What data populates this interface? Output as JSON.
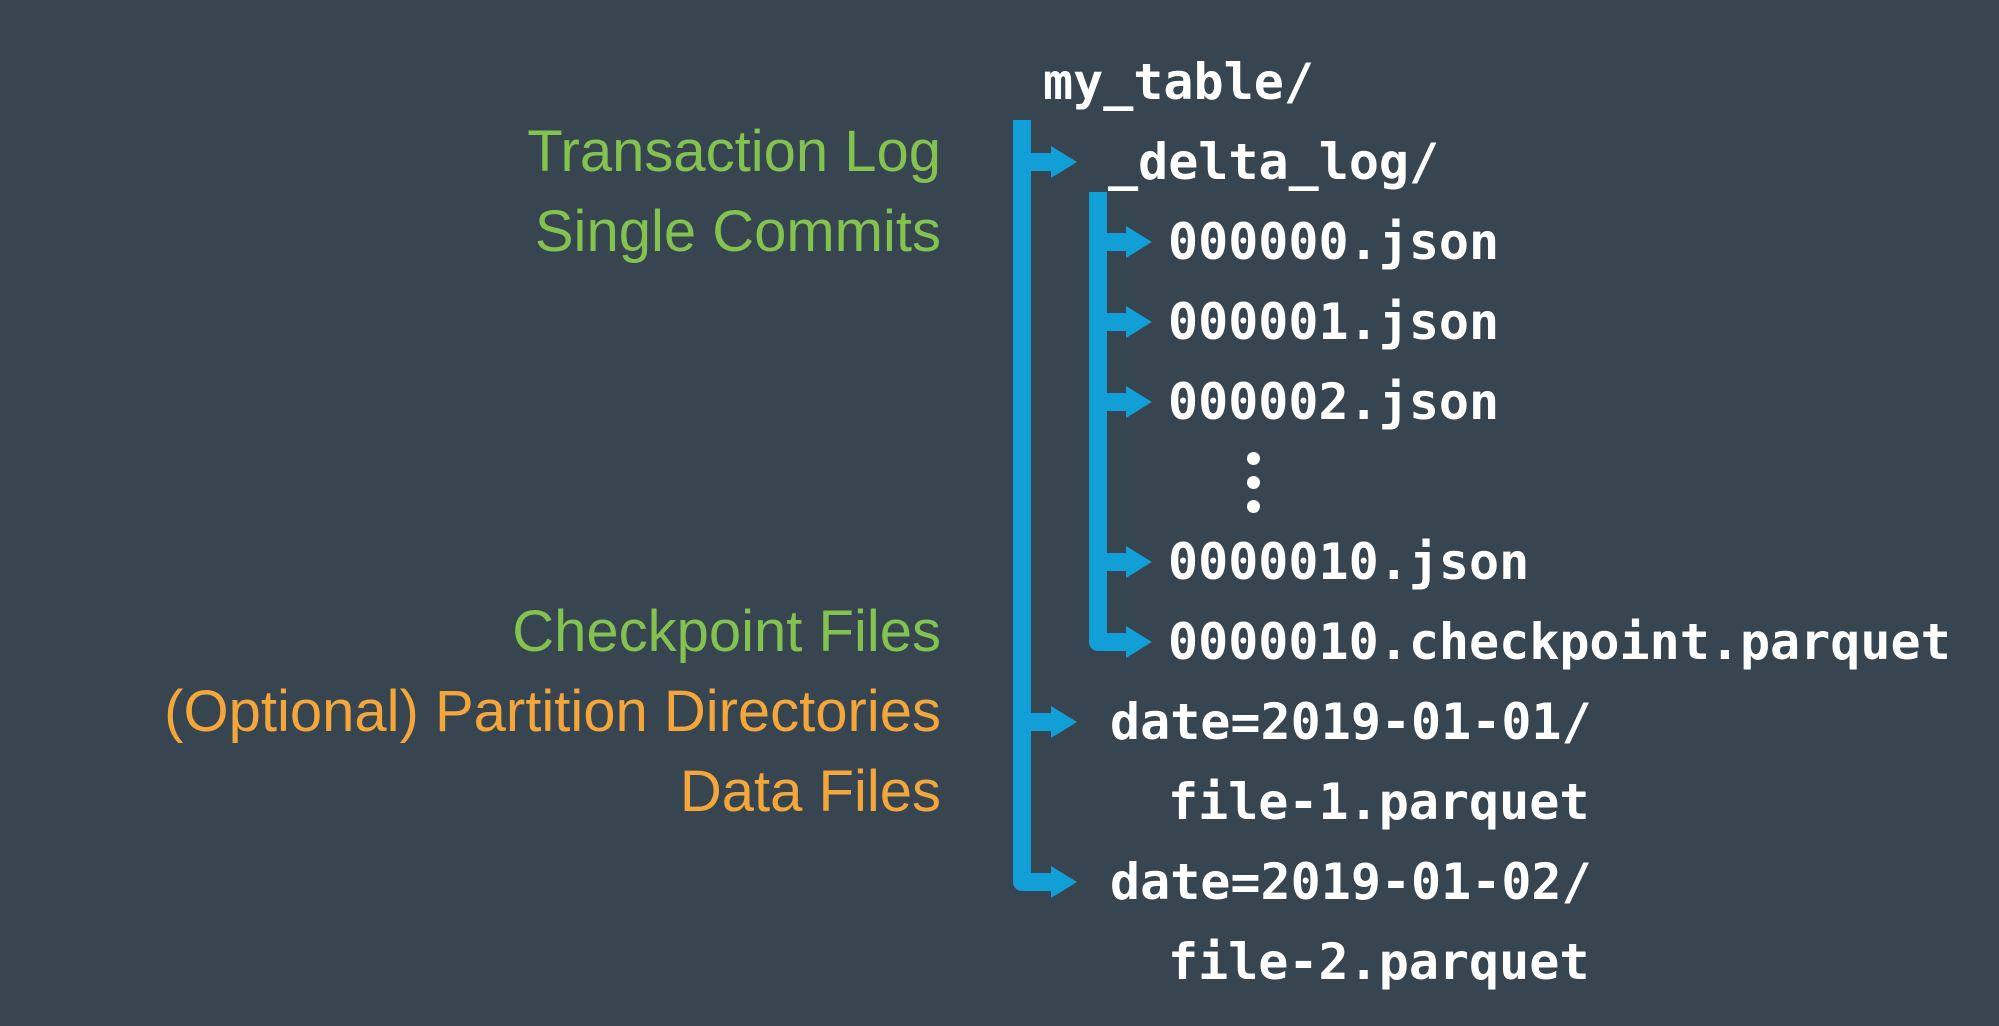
{
  "colors": {
    "background": "#36454F",
    "arrow_blue": "#129FD7",
    "file_text": "#FFFFFF",
    "label_green": "#83C24E",
    "label_orange": "#F4A63A"
  },
  "labels": [
    {
      "text": "Transaction Log",
      "color": "green"
    },
    {
      "text": "Single Commits",
      "color": "green"
    },
    {
      "text": "Checkpoint Files",
      "color": "green"
    },
    {
      "text": "(Optional) Partition Directories",
      "color": "orange"
    },
    {
      "text": "Data Files",
      "color": "orange"
    }
  ],
  "tree": {
    "rows": [
      {
        "text": "my_table/",
        "type": "directory"
      },
      {
        "text": "_delta_log/",
        "type": "directory"
      },
      {
        "text": "000000.json",
        "type": "file"
      },
      {
        "text": "000001.json",
        "type": "file"
      },
      {
        "text": "000002.json",
        "type": "file"
      },
      {
        "text": "⋮",
        "type": "ellipsis"
      },
      {
        "text": "0000010.json",
        "type": "file"
      },
      {
        "text": "0000010.checkpoint.parquet",
        "type": "file"
      },
      {
        "text": "date=2019-01-01/",
        "type": "directory"
      },
      {
        "text": "file-1.parquet",
        "type": "file"
      },
      {
        "text": "date=2019-01-02/",
        "type": "directory"
      },
      {
        "text": "file-2.parquet",
        "type": "file"
      }
    ]
  }
}
